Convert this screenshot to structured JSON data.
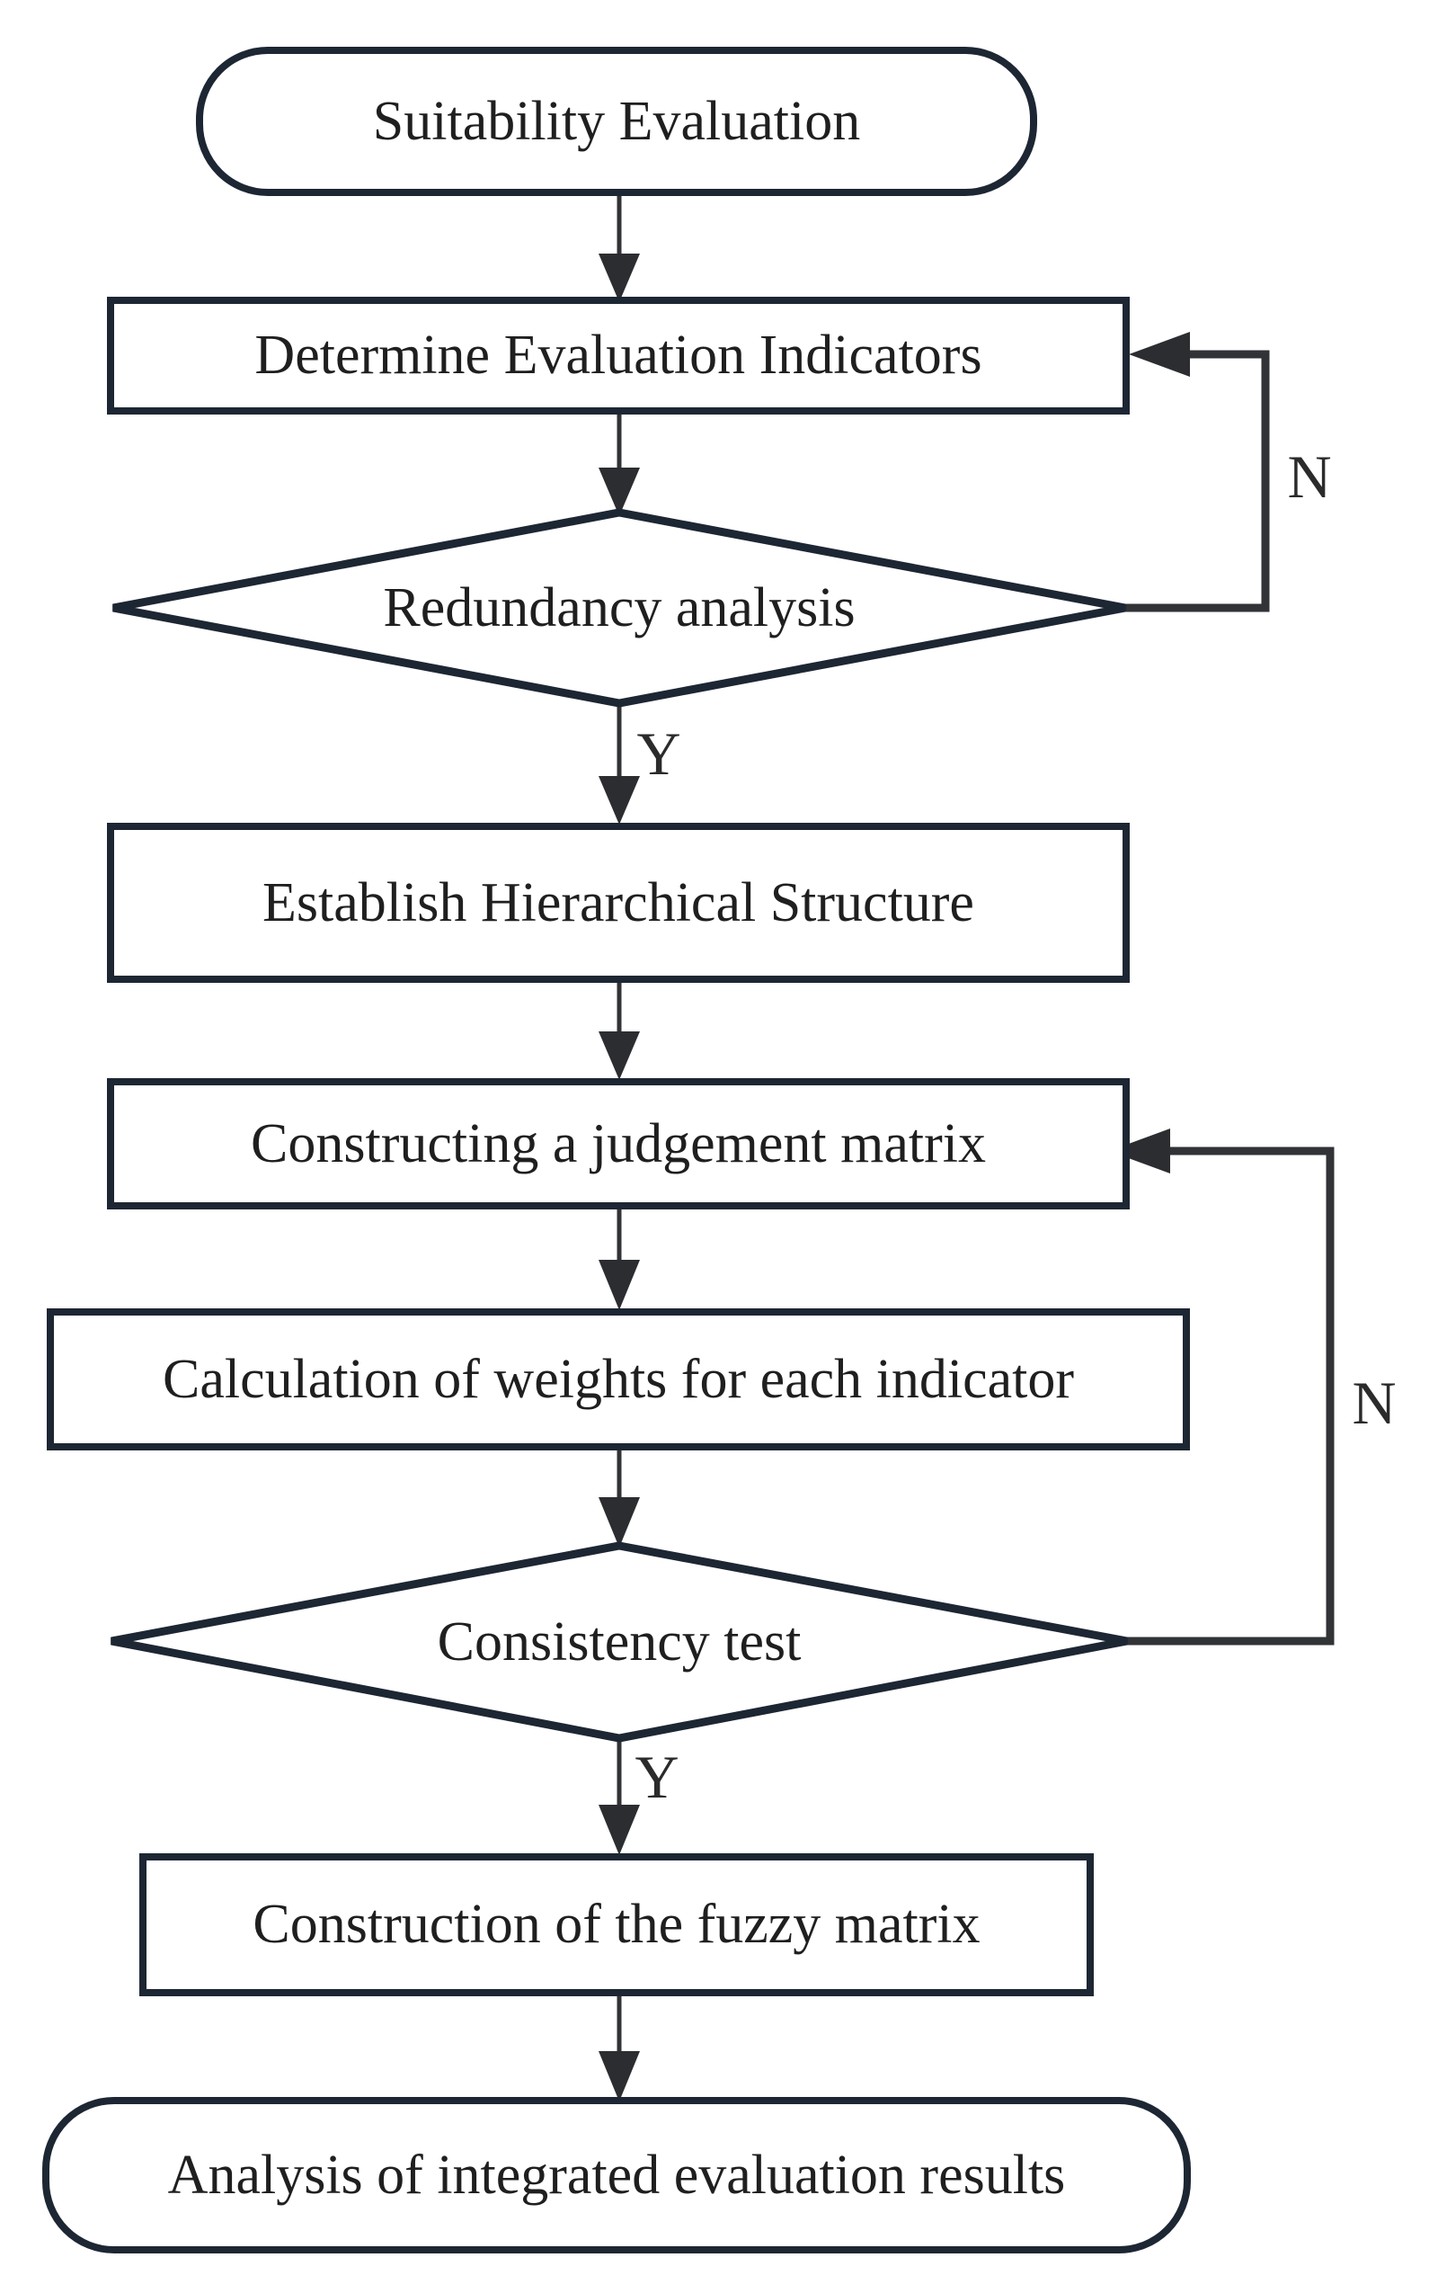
{
  "flow": {
    "background": "#ffffff",
    "colors": {
      "shape_border": "#1d2633",
      "connector": "#323337",
      "arrowhead": "#2b2d31",
      "text": "#1f1f1f"
    },
    "nodes": [
      {
        "id": "start",
        "shape": "terminator",
        "label": "Suitability Evaluation"
      },
      {
        "id": "indicators",
        "shape": "process",
        "label": "Determine Evaluation Indicators"
      },
      {
        "id": "redundancy",
        "shape": "decision",
        "label": "Redundancy analysis"
      },
      {
        "id": "hierarchy",
        "shape": "process",
        "label": "Establish Hierarchical Structure"
      },
      {
        "id": "judgement",
        "shape": "process",
        "label": "Constructing a judgement matrix"
      },
      {
        "id": "weights",
        "shape": "process",
        "label": "Calculation of weights for each indicator"
      },
      {
        "id": "consistency",
        "shape": "decision",
        "label": "Consistency test"
      },
      {
        "id": "fuzzy",
        "shape": "process",
        "label": "Construction of the fuzzy matrix"
      },
      {
        "id": "end",
        "shape": "terminator",
        "label": "Analysis of integrated evaluation results"
      }
    ],
    "edges": [
      {
        "from": "start",
        "to": "indicators",
        "label": ""
      },
      {
        "from": "indicators",
        "to": "redundancy",
        "label": ""
      },
      {
        "from": "redundancy",
        "to": "hierarchy",
        "label": "Y"
      },
      {
        "from": "redundancy",
        "to": "indicators",
        "label": "N"
      },
      {
        "from": "hierarchy",
        "to": "judgement",
        "label": ""
      },
      {
        "from": "judgement",
        "to": "weights",
        "label": ""
      },
      {
        "from": "weights",
        "to": "consistency",
        "label": ""
      },
      {
        "from": "consistency",
        "to": "fuzzy",
        "label": "Y"
      },
      {
        "from": "consistency",
        "to": "judgement",
        "label": "N"
      },
      {
        "from": "fuzzy",
        "to": "end",
        "label": ""
      }
    ]
  }
}
